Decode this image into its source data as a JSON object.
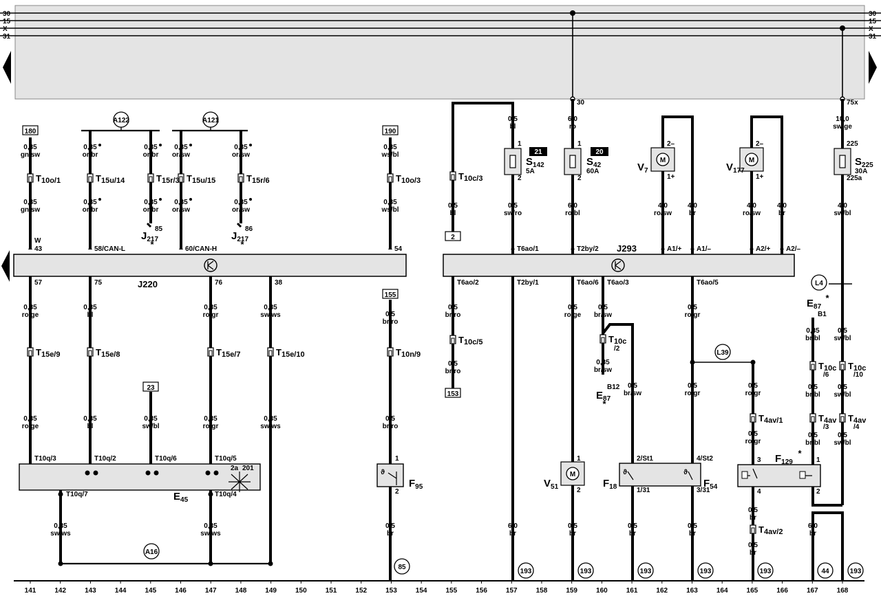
{
  "bus_labels": [
    "30",
    "15",
    "X",
    "31"
  ],
  "supply_taps": {
    "kl30": "30",
    "kl75x": "75x"
  },
  "ref_boxes": [
    "180",
    "190",
    "2",
    "155",
    "153",
    "23"
  ],
  "black_tags": [
    "21",
    "20"
  ],
  "circles": [
    "A122",
    "A121",
    "L4",
    "L39",
    "A16",
    "85",
    "193",
    "193",
    "193",
    "193",
    "193",
    "44",
    "193"
  ],
  "modules": {
    "j220": "J220",
    "j293": "J293"
  },
  "j217_label": "J217",
  "left_top_wires": [
    {
      "sz": "0,35",
      "col": "gn/sw",
      "conn": "T10o/1",
      "sz2": "0,35",
      "col2": "gn/sw",
      "pin": "W 43"
    },
    {
      "sz": "0,35",
      "col": "or/br",
      "conn": "T15u/14",
      "sz2": "0,35",
      "col2": "or/br",
      "pin": "58/CAN-L"
    },
    {
      "sz": "0,35",
      "col": "or/br",
      "conn": "T15r/3",
      "sz2": "0,35",
      "col2": "or/br",
      "pin": "85"
    },
    {
      "sz": "0,35",
      "col": "or/sw",
      "conn": "T15u/15",
      "sz2": "0,35",
      "col2": "or/sw",
      "pin": "60/CAN-H"
    },
    {
      "sz": "0,35",
      "col": "or/sw",
      "conn": "T15r/6",
      "sz2": "0,35",
      "col2": "or/sw",
      "pin": "86"
    },
    {
      "sz": "0,35",
      "col": "ws/bl",
      "conn": "T10o/3",
      "sz2": "0,35",
      "col2": "ws/bl",
      "pin": "54"
    }
  ],
  "left_bottom_wires": [
    {
      "pin": "57",
      "sz": "0,35",
      "col": "ro/ge",
      "conn": "T15e/9",
      "sz2": "0,35",
      "col2": "ro/ge",
      "epin": "T10q/3"
    },
    {
      "pin": "75",
      "sz": "0,35",
      "col": "bl",
      "conn": "T15e/8",
      "sz2": "0,35",
      "col2": "bl",
      "epin": "T10q/2"
    },
    {
      "pin": "",
      "sz": "",
      "col": "",
      "conn": "",
      "sz2": "0,35",
      "col2": "sw/bl",
      "epin": "T10q/6"
    },
    {
      "pin": "76",
      "sz": "0,35",
      "col": "ro/gr",
      "conn": "T15e/7",
      "sz2": "0,35",
      "col2": "ro/gr",
      "epin": "T10q/5"
    },
    {
      "pin": "38",
      "sz": "0,35",
      "col": "sw/ws",
      "conn": "T15e/10",
      "sz2": "0,35",
      "col2": "sw/ws",
      "epin": ""
    }
  ],
  "e45": {
    "name": "E45",
    "pin7": "T10q/7",
    "pin4": "T10q/4",
    "sw1": "2a",
    "sw2": "201",
    "g1sz": "0,35",
    "g1col": "sw/ws",
    "g2sz": "0,35",
    "g2col": "sw/ws"
  },
  "f95": {
    "name": "F95",
    "sz": "0,5",
    "col": "br/ro",
    "conn": "T10n/9",
    "sz2": "0,5",
    "col2": "br/ro",
    "p1": "1",
    "p2": "2",
    "gsz": "0,5",
    "gcol": "br"
  },
  "right_top": {
    "t10c3_sz": "0,5",
    "t10c3_col": "bl",
    "t10c3_conn": "T10c/3",
    "s142": {
      "name": "S142",
      "amp": "5A",
      "sz": "0,5",
      "col": "bl",
      "sz2": "0,5",
      "col2": "sw/ro",
      "pin": "T6ao/1",
      "p1": "1",
      "p2": "2"
    },
    "s42": {
      "name": "S42",
      "amp": "60A",
      "sz": "6,0",
      "col": "ro",
      "sz2": "6,0",
      "col2": "ro/bl",
      "pin": "T2by/2",
      "p1": "1",
      "p2": "2"
    },
    "v7": {
      "name": "V7",
      "sz": "4,0",
      "col": "ro/sw",
      "sz2": "4,0",
      "col2": "br",
      "pinp": "A1/+",
      "pinm": "A1/–",
      "p1": "2–",
      "p2": "1+"
    },
    "v177": {
      "name": "V177",
      "sz": "4,0",
      "col": "ro/sw",
      "sz2": "4,0",
      "col2": "br",
      "pinp": "A2/+",
      "pinm": "A2/–",
      "p1": "2–",
      "p2": "1+"
    },
    "s225": {
      "name": "S225",
      "amp": "30A",
      "sz": "10,0",
      "col": "sw/ge",
      "sz2": "4,0",
      "col2": "sw/bl",
      "p1": "225",
      "p2": "225a"
    }
  },
  "right_bottom": {
    "t6ao2": "T6ao/2",
    "t6ao2_sz": "0,5",
    "t6ao2_col": "br/ro",
    "t10c5": "T10c/5",
    "t10c5_sz": "0,5",
    "t10c5_col": "br/ro",
    "t2by1": "T2by/1",
    "t2by1_sz": "6,0",
    "t2by1_col": "br",
    "t6ao6": "T6ao/6",
    "v51": "V51",
    "v51_sz": "0,5",
    "v51_col": "ro/ge",
    "v51_gsz": "0,5",
    "v51_gcol": "br",
    "v51_p1": "1",
    "v51_p2": "2",
    "t6ao3": "T6ao/3",
    "t6ao3_sz": "0,5",
    "t6ao3_col": "br/sw",
    "t10c2": "T10c /2",
    "t10c2_sz": "0,35",
    "t10c2_col": "br/sw",
    "b12": "B12",
    "e87": "E87",
    "f18": "F18",
    "f18_sz": "0,5",
    "f18_col": "br/sw",
    "f18_p1": "2/St1",
    "f18_p2": "1/31",
    "f18_gsz": "0,5",
    "f18_gcol": "br",
    "t6ao5": "T6ao/5",
    "t6ao5_sz": "0,5",
    "t6ao5_col": "ro/gr",
    "f54": "F54",
    "f54_sz": "0,5",
    "f54_col": "ro/gr",
    "f54_p1": "4/St2",
    "f54_p2": "3/31",
    "f54_gsz": "0,5",
    "f54_gcol": "br",
    "t4av1": "T4av/1",
    "f129_sz": "0,5",
    "f129_col": "ro/gr",
    "f129_sz2": "0,5",
    "f129_col2": "ro/gr",
    "f129": "F129",
    "f129_p3": "3",
    "f129_p4": "4",
    "t4av2": "T4av/2",
    "t4av2_sz": "0,5",
    "t4av2_col": "br",
    "t4av2_sz2": "0,5",
    "t4av2_col2": "br",
    "e87b": "E87",
    "b1": "B1",
    "t10c6": "T10c /6",
    "t10c6_sz": "0,35",
    "t10c6_col": "br/bl",
    "t10c6_sz2": "0,5",
    "t10c6_col2": "br/bl",
    "t4av3": "T4av /3",
    "t4av3_sz": "0,5",
    "t4av3_col": "br/bl",
    "f129_p1": "1",
    "f129_p2": "2",
    "t10c10": "T10c /10",
    "t10c10_sz": "0,5",
    "t10c10_col": "sw/bl",
    "t10c10_sz2": "0,5",
    "t10c10_col2": "sw/bl",
    "t4av4": "T4av /4",
    "t4av4_sz": "0,5",
    "t4av4_col": "sw/bl",
    "g167_sz": "6,0",
    "g167_col": "br"
  },
  "footer_numbers": [
    "141",
    "142",
    "143",
    "144",
    "145",
    "146",
    "147",
    "148",
    "149",
    "150",
    "151",
    "152",
    "153",
    "154",
    "155",
    "156",
    "157",
    "158",
    "159",
    "160",
    "161",
    "162",
    "163",
    "164",
    "165",
    "166",
    "167",
    "168"
  ]
}
